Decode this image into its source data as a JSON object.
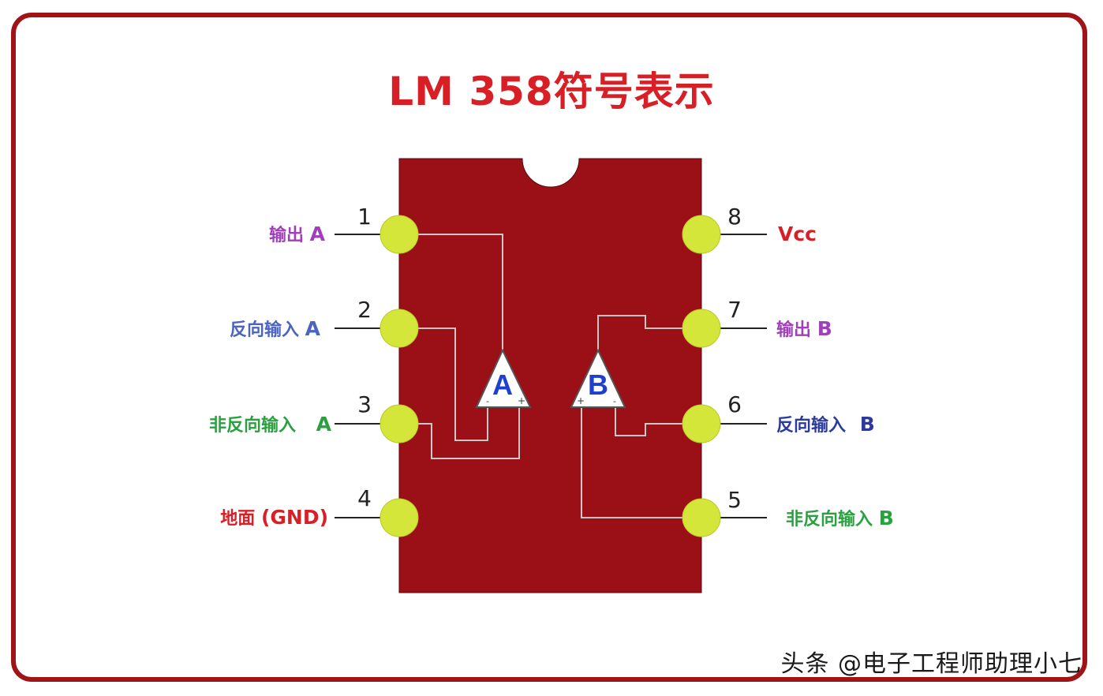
{
  "title": "LM 358符号表示",
  "colors": {
    "frame": "#a01418",
    "chip_body": "#9b0f16",
    "pin_pad": "#d4e63a",
    "title": "#d81f26",
    "opamp_label": "#1e3fd0"
  },
  "opamps": [
    {
      "label": "A"
    },
    {
      "label": "B"
    }
  ],
  "pins": [
    {
      "number": "1",
      "label": "输出",
      "suffix": "A",
      "color": "#a040b8"
    },
    {
      "number": "2",
      "label": "反向输入",
      "suffix": "A",
      "color": "#4a64c0"
    },
    {
      "number": "3",
      "label": "非反向输入",
      "suffix": "A",
      "color": "#2aa040"
    },
    {
      "number": "4",
      "label": "地面",
      "suffix": "(GND)",
      "color": "#d81f26"
    },
    {
      "number": "5",
      "label": "非反向输入",
      "suffix": "B",
      "color": "#2aa040"
    },
    {
      "number": "6",
      "label": "反向输入",
      "suffix": "B",
      "color": "#2a3aa0"
    },
    {
      "number": "7",
      "label": "输出",
      "suffix": "B",
      "color": "#a040b8"
    },
    {
      "number": "8",
      "label": "",
      "suffix": "Vcc",
      "color": "#d81f26"
    }
  ],
  "watermark": "头条 @电子工程师助理小七"
}
